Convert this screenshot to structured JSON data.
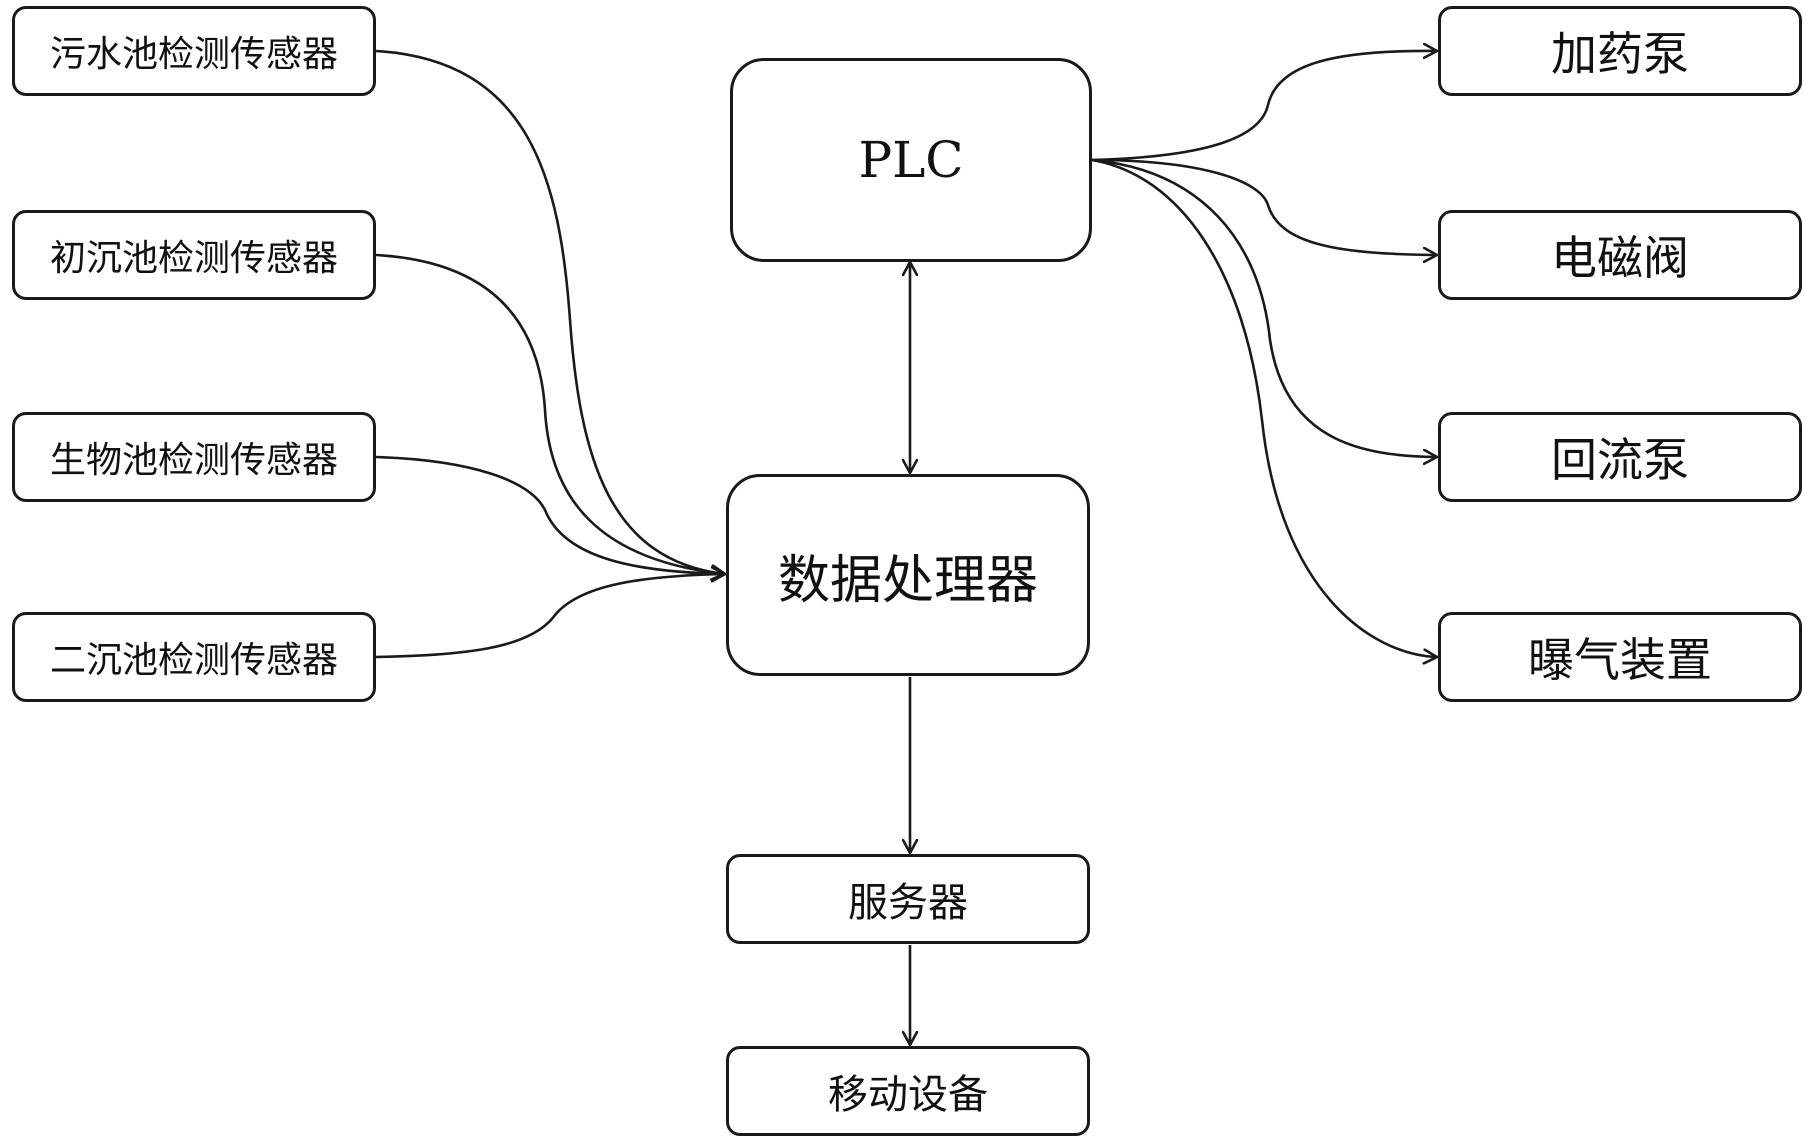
{
  "diagram": {
    "sensors": [
      {
        "label": "污水池检测传感器"
      },
      {
        "label": "初沉池检测传感器"
      },
      {
        "label": "生物池检测传感器"
      },
      {
        "label": "二沉池检测传感器"
      }
    ],
    "plc": {
      "label": "PLC"
    },
    "processor": {
      "label": "数据处理器"
    },
    "actuators": [
      {
        "label": "加药泵"
      },
      {
        "label": "电磁阀"
      },
      {
        "label": "回流泵"
      },
      {
        "label": "曝气装置"
      }
    ],
    "server": {
      "label": "服务器"
    },
    "mobile": {
      "label": "移动设备"
    },
    "colors": {
      "line": "#1a1a1a",
      "border": "#1a1a1a",
      "background": "#ffffff"
    }
  }
}
